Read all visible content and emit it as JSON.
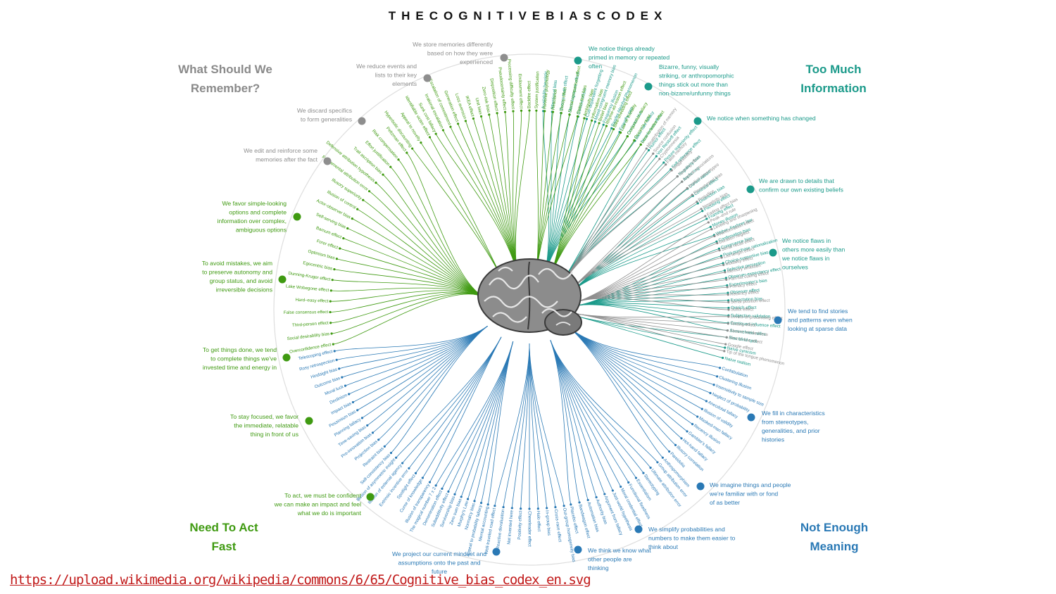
{
  "title": "THECOGNITIVEBIASCODEX",
  "source_link": "https://upload.wikimedia.org/wikipedia/commons/6/65/Cognitive_bias_codex_en.svg",
  "colors": {
    "gray": "#8e8e8e",
    "teal": "#1b9a8a",
    "blue": "#2a79b5",
    "green": "#3f9a11",
    "link": "#c11a1a"
  },
  "quadrants": [
    {
      "label": "What Should We Remember?",
      "color": "gray"
    },
    {
      "label": "Too Much Information",
      "color": "teal"
    },
    {
      "label": "Need To Act Fast",
      "color": "green"
    },
    {
      "label": "Not Enough Meaning",
      "color": "blue"
    }
  ],
  "center_icon": "brain-icon",
  "groups": [
    {
      "color": "teal",
      "caption": "We notice things already primed in memory or repeated often",
      "biases": [
        "Availability heuristic",
        "Attentional bias",
        "Illusory truth effect",
        "Mere-exposure effect",
        "Context effect",
        "Cue-dependent forgetting",
        "Mood-congruent memory bias",
        "Frequency illusion",
        "Baader-Meinhof Phenomenon",
        "Empathy gap",
        "Omission bias",
        "Base rate fallacy"
      ]
    },
    {
      "color": "teal",
      "caption": "Bizarre, funny, visually striking, or anthropomorphic things stick out more than non-bizarre/unfunny things",
      "biases": [
        "Bizarreness effect",
        "Humor effect",
        "Von Restorff effect",
        "Picture superiority effect",
        "Self-relevance effect",
        "Negativity bias"
      ]
    },
    {
      "color": "teal",
      "caption": "We notice when something has changed",
      "biases": [
        "Anchoring",
        "Conservatism",
        "Contrast effect",
        "Distinction bias",
        "Focusing effect",
        "Framing effect",
        "Money illusion",
        "Weber–Fechner law"
      ]
    },
    {
      "color": "teal",
      "caption": "We are drawn to details that confirm our own existing beliefs",
      "biases": [
        "Confirmation bias",
        "Congruence bias",
        "Post-purchase rationalization",
        "Choice-supportive bias",
        "Selective perception",
        "Observer-expectancy effect",
        "Experimenter's bias",
        "Observer effect",
        "Expectation bias",
        "Ostrich effect",
        "Subjective validation",
        "Continued influence effect",
        "Semmelweis reflex"
      ]
    },
    {
      "color": "teal",
      "caption": "We notice flaws in others more easily than we notice flaws in ourselves",
      "biases": [
        "Bias blind spot",
        "Naïve cynicism",
        "Naïve realism"
      ]
    },
    {
      "color": "blue",
      "caption": "We tend to find stories and patterns even when looking at sparse data",
      "biases": [
        "Confabulation",
        "Clustering illusion",
        "Insensitivity to sample size",
        "Neglect of probability",
        "Anecdotal fallacy",
        "Illusion of validity",
        "Masked-man fallacy",
        "Recency illusion",
        "Gambler's fallacy",
        "Hot-hand fallacy",
        "Illusory correlation",
        "Pareidolia",
        "Anthropomorphism"
      ]
    },
    {
      "color": "blue",
      "caption": "We fill in characteristics from stereotypes, generalities, and prior histories",
      "biases": [
        "Group attribution error",
        "Ultimate attribution error",
        "Stereotyping",
        "Essentialism",
        "Functional fixedness",
        "Moral credential effect",
        "Just-world hypothesis",
        "Argument from fallacy",
        "Authority bias",
        "Automation bias",
        "Bandwagon effect",
        "Placebo effect"
      ]
    },
    {
      "color": "blue",
      "caption": "We imagine things and people we're familiar with or fond of as better",
      "biases": [
        "Out-group homogeneity bias",
        "Cross-race effect",
        "In-group bias",
        "Halo effect",
        "Cheerleader effect",
        "Positivity effect",
        "Not invented here",
        "Reactive devaluation",
        "Well-traveled road effect"
      ]
    },
    {
      "color": "blue",
      "caption": "We simplify probabilities and numbers to make them easier to think about",
      "biases": [
        "Mental accounting",
        "Appeal to probability fallacy",
        "Normalcy bias",
        "Murphy's Law",
        "Zero sum bias",
        "Survivorship bias",
        "Subadditivity effect",
        "Denomination effect",
        "The magical number 7 ± 2"
      ]
    },
    {
      "color": "blue",
      "caption": "We think we know what other people are thinking",
      "biases": [
        "Illusion of transparency",
        "Curse of knowledge",
        "Spotlight effect",
        "Extrinsic incentive error",
        "Illusion of external agency",
        "Illusion of asymmetric insight"
      ]
    },
    {
      "color": "blue",
      "caption": "We project our current mindset and assumptions onto the past and future",
      "biases": [
        "Self-consistency bias",
        "Restraint bias",
        "Projection bias",
        "Pro-innovation bias",
        "Time-saving bias",
        "Planning fallacy",
        "Pessimism bias",
        "Impact bias",
        "Declinism",
        "Moral luck",
        "Outcome bias",
        "Hindsight bias",
        "Rosy retrospection",
        "Telescoping effect"
      ]
    },
    {
      "color": "green",
      "caption": "To act, we must be confident we can make an impact and feel what we do is important",
      "biases": [
        "Overconfidence effect",
        "Social desirability bias",
        "Third-person effect",
        "False consensus effect",
        "Hard–easy effect",
        "Lake Wobegone effect",
        "Dunning-Kruger effect",
        "Egocentric bias",
        "Optimism bias",
        "Forer effect",
        "Barnum effect",
        "Self-serving bias",
        "Actor-observer bias",
        "Illusion of control",
        "Illusory superiority",
        "Fundamental attribution error",
        "Defensive attribution hypothesis",
        "Trait ascription bias",
        "Effort justification",
        "Risk compensation",
        "Peltzman effect"
      ]
    },
    {
      "color": "green",
      "caption": "To stay focused, we favor the immediate, relatable thing in front of us",
      "biases": [
        "Hyperbolic discounting",
        "Appeal to novelty",
        "Identifiable victim effect"
      ]
    },
    {
      "color": "green",
      "caption": "To get things done, we tend to complete things we've invested time and energy in",
      "biases": [
        "Sunk cost fallacy",
        "Irrational escalation",
        "Escalation of commitment",
        "Generation effect",
        "Loss aversion",
        "IKEA effect",
        "Unit bias",
        "Zero-risk bias",
        "Disposition effect",
        "Pseudocertainty effect",
        "Processing difficulty effect",
        "Endowment effect",
        "Backfire effect"
      ]
    },
    {
      "color": "green",
      "caption": "To avoid mistakes, we aim to preserve autonomy and group status, and avoid irreversible decisions",
      "biases": [
        "System justification",
        "Reverse psychology",
        "Reactance",
        "Decoy effect",
        "Social comparison effect",
        "Status quo bias"
      ]
    },
    {
      "color": "green",
      "caption": "We favor simple-looking options and complete information over complex, ambiguous options",
      "biases": [
        "Ambiguity bias",
        "Information bias",
        "Belief bias",
        "Rhyme-as-reason effect",
        "Bike-shedding effect",
        "Law of Triviality",
        "Conjunction fallacy",
        "Occam's razor",
        "Less-is-better effect"
      ]
    },
    {
      "color": "gray",
      "caption": "We edit and reinforce some memories after the fact",
      "biases": [
        "Misattribution of memory",
        "Source confusion",
        "Cryptomnesia",
        "False memory",
        "Suggestibility",
        "Spacing effect"
      ]
    },
    {
      "color": "gray",
      "caption": "We discard specifics to form generalities",
      "biases": [
        "Implicit associations",
        "Implicit stereotypes",
        "Stereotypical bias",
        "Prejudice",
        "Negativity bias",
        "Fading affect bias"
      ]
    },
    {
      "color": "gray",
      "caption": "We reduce events and lists to their key elements",
      "biases": [
        "Peak–end rule",
        "Leveling and sharpening",
        "Misinformation effect",
        "Duration neglect",
        "Serial recall effect",
        "List-length effect",
        "Modality effect",
        "Memory inhibition",
        "Part-list cueing effect",
        "Primacy effect",
        "Recency effect",
        "Serial position effect",
        "Suffix effect"
      ]
    },
    {
      "color": "gray",
      "caption": "We store memories differently based on how they were experienced",
      "biases": [
        "Levels-of-processing effect",
        "Testing effect",
        "Absent-mindedness",
        "Next-in-line effect",
        "Google effect",
        "Tip of the tongue phenomenon"
      ]
    }
  ]
}
